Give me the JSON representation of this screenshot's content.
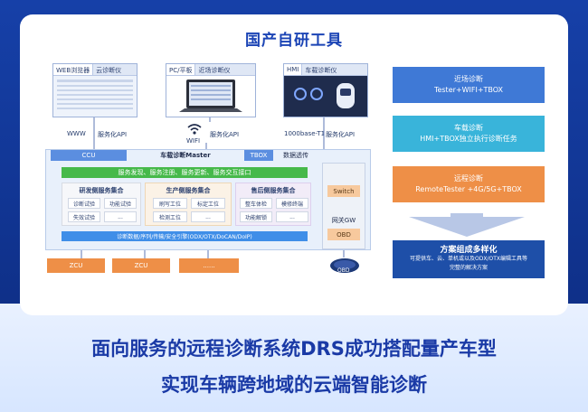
{
  "title": "国产自研工具",
  "slogan1": "面向服务的远程诊断系统DRS成功搭配量产车型",
  "slogan2": "实现车辆跨地域的云端智能诊断",
  "screens": {
    "web_tab": "WEB浏览器",
    "web_app": "云诊断仪",
    "pc_tab": "PC/平板",
    "pc_app": "近场诊断仪",
    "hmi_tab": "HMI",
    "hmi_app": "车载诊断仪"
  },
  "links": {
    "www": "WWW",
    "web_api": "服务化API",
    "wifi": "WIFI",
    "pc_api": "服务化API",
    "t1": "1000base-T1",
    "hmi_api": "服务化API"
  },
  "master": {
    "ccu": "CCU",
    "title": "车载诊断Master",
    "tbox": "TBOX",
    "passthrough": "数据透传",
    "service_bar": "服务发现、服务注册、服务更新、服务交互接口",
    "engine_bar": "诊断数据/序列/传输/安全引擎(ODX/OTX/DoCAN/DoIP)",
    "groups": [
      {
        "title": "研发侧服务集合",
        "cells": [
          "诊断试验",
          "功能试验",
          "失效试验",
          "..."
        ]
      },
      {
        "title": "生产侧服务集合",
        "cells": [
          "刷写工位",
          "标定工位",
          "检测工位",
          "..."
        ]
      },
      {
        "title": "售后侧服务集合",
        "cells": [
          "整车体检",
          "模修终端",
          "功能解锁",
          "..."
        ]
      }
    ],
    "switch": "Switch",
    "gateway": "网关GW",
    "obd": "OBD"
  },
  "ecus": [
    "ZCU",
    "ZCU",
    "......"
  ],
  "obd_port": "OBD",
  "modes": [
    {
      "title": "近场诊断",
      "sub": "Tester+WIFI+TBOX",
      "color": "#3f79d6"
    },
    {
      "title": "车载诊断",
      "sub": "HMI+TBOX独立执行诊断任务",
      "color": "#39b4da"
    },
    {
      "title": "远程诊断",
      "sub": "RemoteTester +4G/5G+TBOX",
      "color": "#ee8f47"
    }
  ],
  "summary": {
    "title": "方案组成多样化",
    "line1": "可提供车、云、单机或以及ODX/OTX编辑工具等",
    "line2": "完整的解决方案"
  },
  "colors": {
    "accent": "#1b44b5",
    "green_bar": "#46b94a",
    "blue_bar": "#3f8ee8",
    "orange": "#ee8f47",
    "navy": "#1e4fa8"
  }
}
